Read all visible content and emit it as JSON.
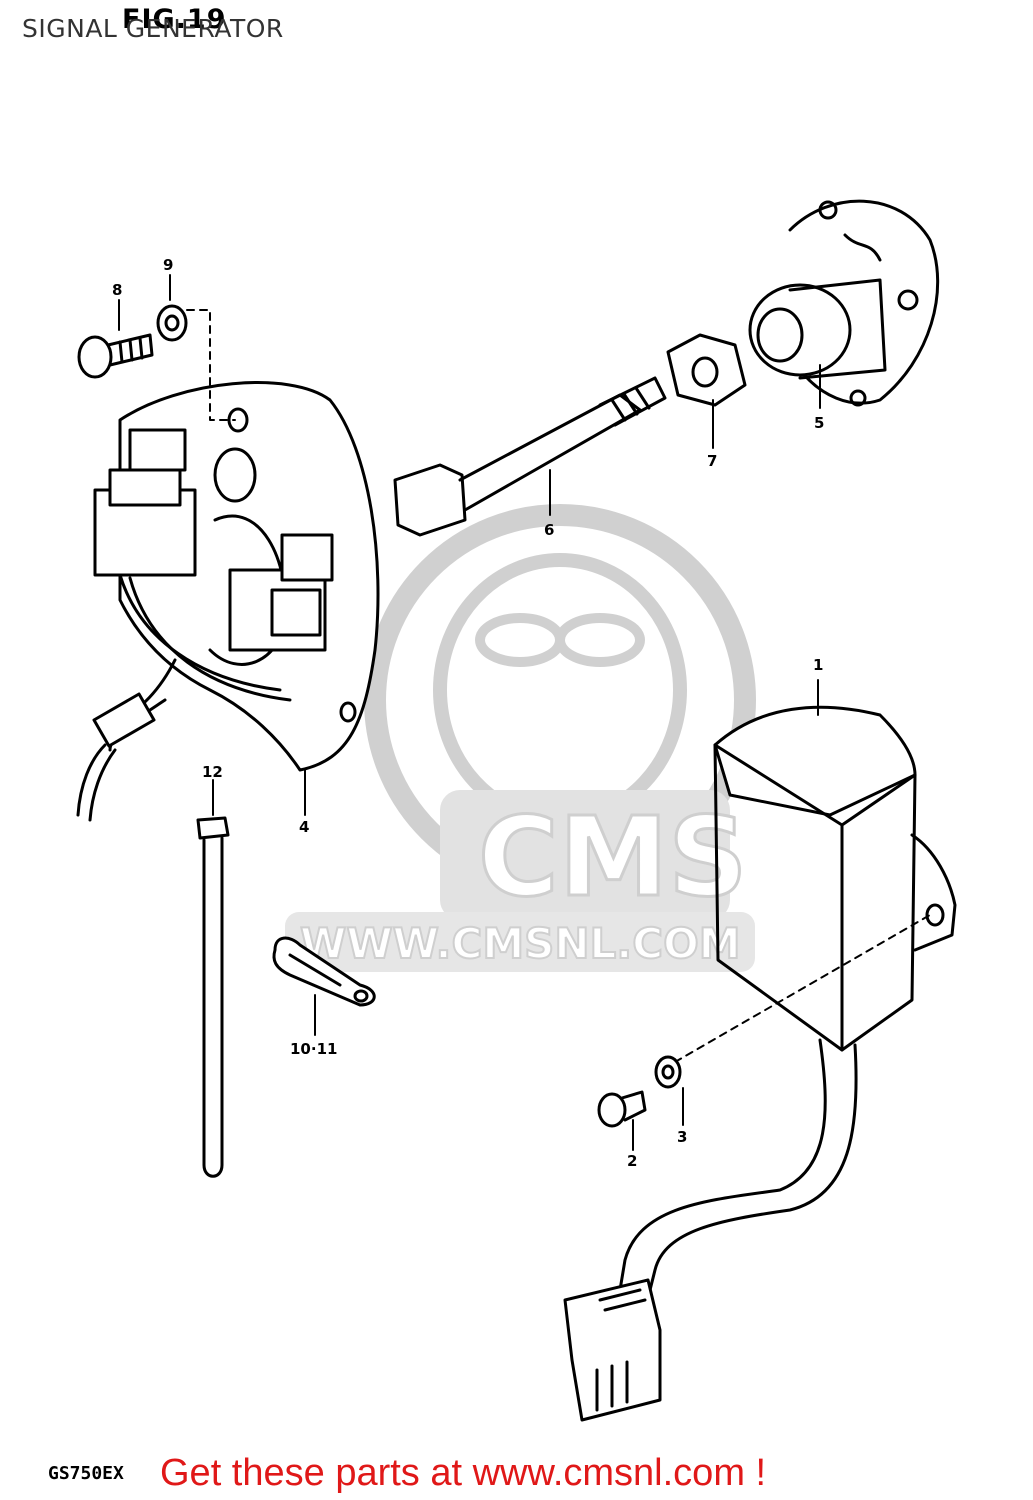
{
  "header": {
    "title": "SIGNAL GENERATOR",
    "figure": "FIG.19"
  },
  "watermark": {
    "brand": "CMS",
    "url": "WWW.CMSNL.COM"
  },
  "parts": [
    {
      "num": "1"
    },
    {
      "num": "2"
    },
    {
      "num": "3"
    },
    {
      "num": "4"
    },
    {
      "num": "5"
    },
    {
      "num": "6"
    },
    {
      "num": "7"
    },
    {
      "num": "8"
    },
    {
      "num": "9"
    },
    {
      "num": "10·11"
    },
    {
      "num": "12"
    }
  ],
  "footer": {
    "model": "GS750EX",
    "promo": "Get these parts at www.cmsnl.com !"
  },
  "colors": {
    "promo": "#e01818",
    "watermark": "#d9d9d9"
  }
}
